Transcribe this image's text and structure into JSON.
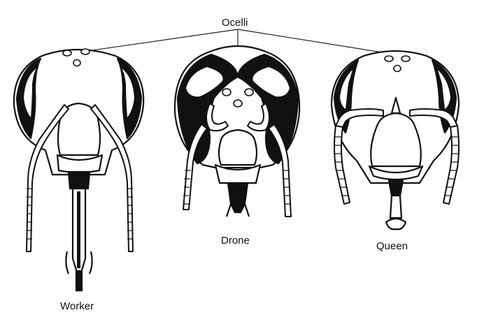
{
  "labels": {
    "ocelli": "Ocelli",
    "worker": "Worker",
    "drone": "Drone",
    "queen": "Queen"
  },
  "colors": {
    "ink": "#111111",
    "paper": "#ffffff"
  }
}
